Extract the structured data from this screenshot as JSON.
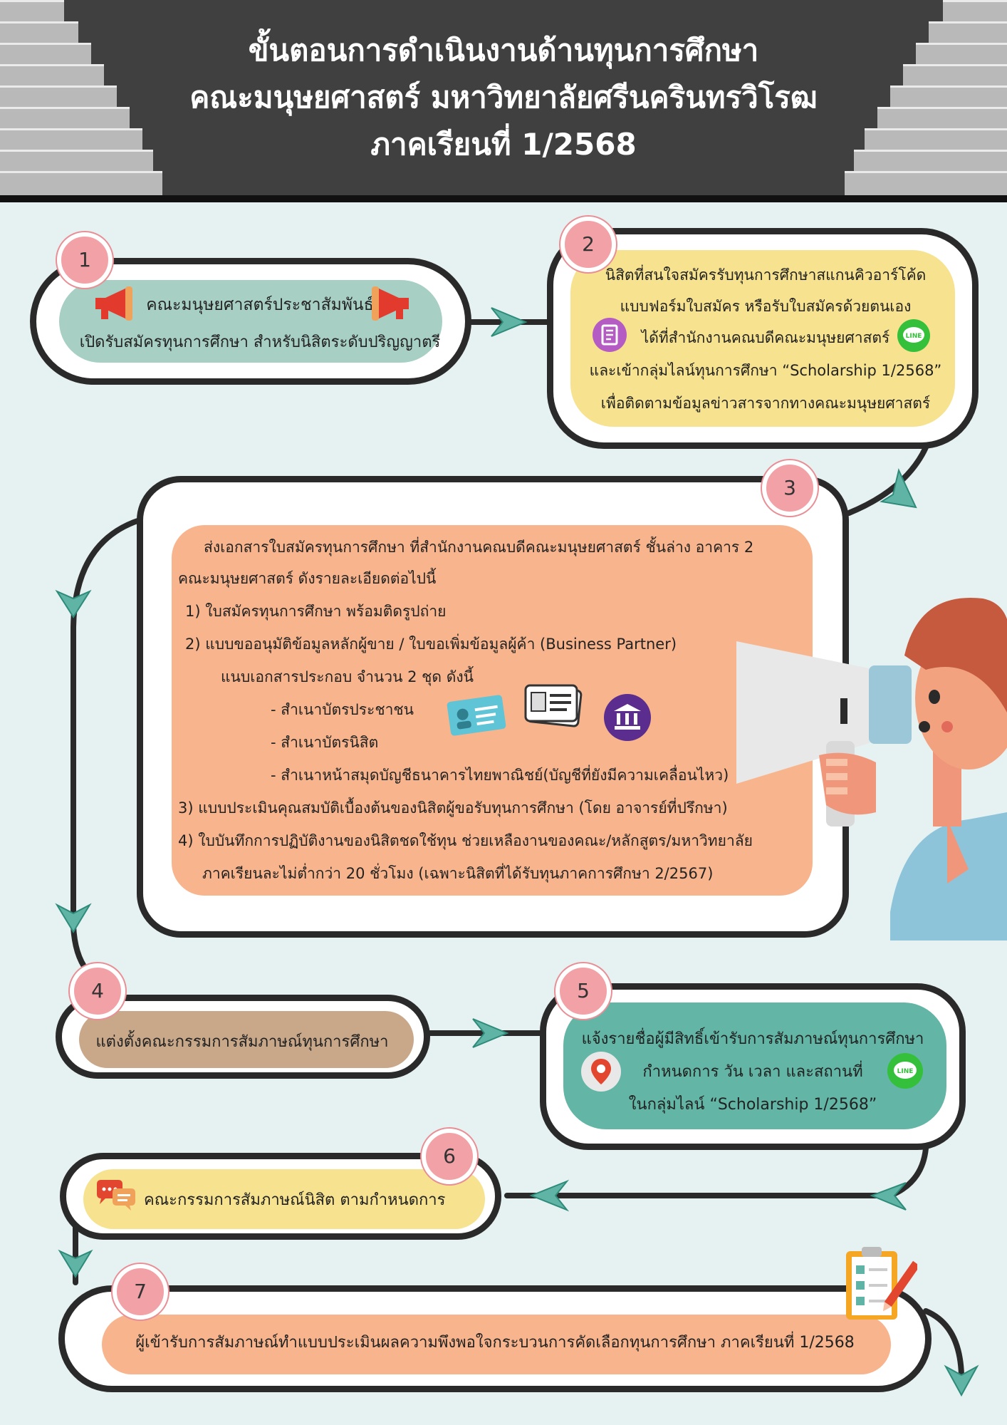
{
  "header": {
    "title_line1": "ขั้นตอนการดำเนินงานด้านทุนการศึกษา",
    "title_line2": "คณะมนุษยศาสตร์ มหาวิทยาลัยศรีนครินทรวิโรฒ",
    "title_line3": "ภาคเรียนที่ 1/2568"
  },
  "steps": [
    {
      "number": "1",
      "lines": [
        "คณะมนุษยศาสตร์ประชาสัมพันธ์",
        "เปิดรับสมัครทุนการศึกษา สำหรับนิสิตระดับปริญญาตรี"
      ]
    },
    {
      "number": "2",
      "lines": [
        "นิสิตที่สนใจสมัครรับทุนการศึกษาสแกนคิวอาร์โค้ด",
        "แบบฟอร์มใบสมัคร หรือรับใบสมัครด้วยตนเอง",
        "ได้ที่สำนักงานคณบดีคณะมนุษยศาสตร์",
        "และเข้ากลุ่มไลน์ทุนการศึกษา “Scholarship 1/2568”",
        "เพื่อติดตามข้อมูลข่าวสารจากทางคณะมนุษยศาสตร์"
      ]
    },
    {
      "number": "3",
      "lines": [
        "ส่งเอกสารใบสมัครทุนการศึกษา ที่สำนักงานคณบดีคณะมนุษยศาสตร์ ชั้นล่าง อาคาร 2",
        "คณะมนุษยศาสตร์ ดังรายละเอียดต่อไปนี้",
        "1) ใบสมัครทุนการศึกษา พร้อมติดรูปถ่าย",
        "2) แบบขออนุมัติข้อมูลหลักผู้ขาย / ใบขอเพิ่มข้อมูลผู้ค้า (Business Partner)",
        "แนบเอกสารประกอบ จำนวน 2 ชุด ดังนี้",
        "- สำเนาบัตรประชาชน",
        "- สำเนาบัตรนิสิต",
        "- สำเนาหน้าสมุดบัญชีธนาคารไทยพาณิชย์(บัญชีที่ยังมีความเคลื่อนไหว)",
        "3) แบบประเมินคุณสมบัติเบื้องต้นของนิสิตผู้ขอรับทุนการศึกษา (โดย อาจารย์ที่ปรึกษา)",
        "4) ใบบันทึกการปฏิบัติงานของนิสิตชดใช้ทุน ช่วยเหลืองานของคณะ/หลักสูตร/มหาวิทยาลัย",
        "ภาคเรียนละไม่ต่ำกว่า 20 ชั่วโมง  (เฉพาะนิสิตที่ได้รับทุนภาคการศึกษา 2/2567)"
      ]
    },
    {
      "number": "4",
      "lines": [
        "แต่งตั้งคณะกรรมการสัมภาษณ์ทุนการศึกษา"
      ]
    },
    {
      "number": "5",
      "lines": [
        "แจ้งรายชื่อผู้มีสิทธิ์เข้ารับการสัมภาษณ์ทุนการศึกษา",
        "กำหนดการ วัน เวลา และสถานที่",
        "ในกลุ่มไลน์ “Scholarship 1/2568”"
      ]
    },
    {
      "number": "6",
      "lines": [
        "คณะกรรมการสัมภาษณ์นิสิต ตามกำหนดการ"
      ]
    },
    {
      "number": "7",
      "lines": [
        "ผู้เข้ารับการสัมภาษณ์ทำแบบประเมินผลความพึงพอใจกระบวนการคัดเลือกทุนการศึกษา ภาคเรียนที่ 1/2568"
      ]
    }
  ],
  "icons": {
    "line_label": "LINE"
  },
  "colors": {
    "header_bg": "#404040",
    "page_bg": "#e6f1f2",
    "step1": "#a8cfc4",
    "step2": "#f6e28f",
    "step3": "#f8b58d",
    "step4": "#c9a88a",
    "step5": "#63b6a6",
    "step6": "#f6e28f",
    "step7": "#f8b58d",
    "arrow": "#5fb4a6",
    "badge": "#f2a1a7"
  }
}
